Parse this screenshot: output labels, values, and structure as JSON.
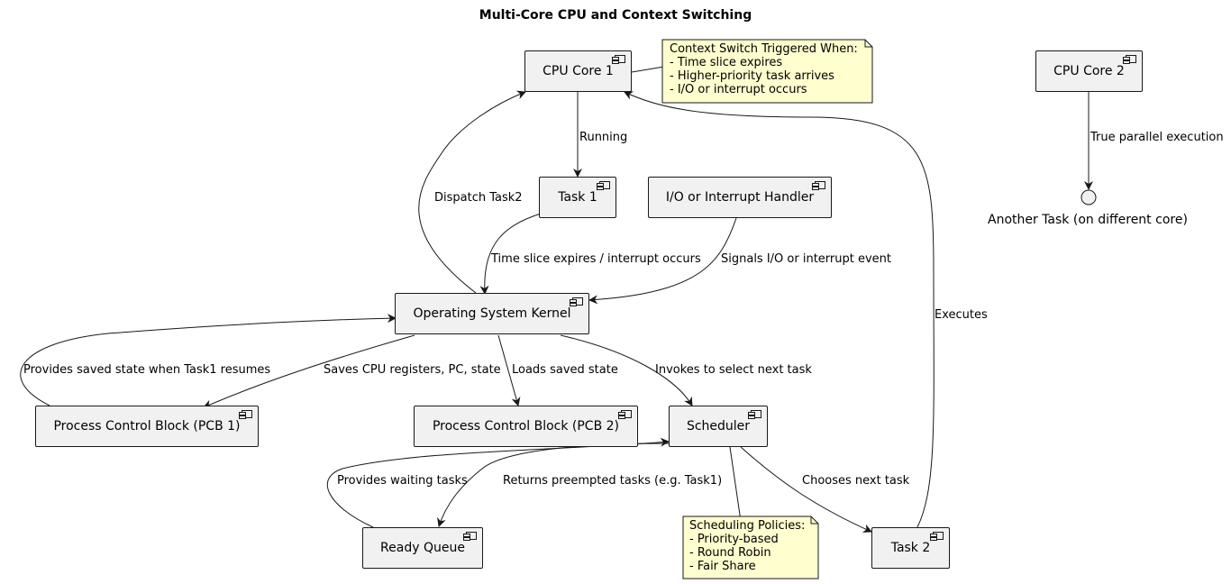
{
  "title": "Multi-Core CPU and Context Switching",
  "components": {
    "cpu_core_1": "CPU Core 1",
    "cpu_core_2": "CPU Core 2",
    "task_1": "Task 1",
    "task_2": "Task 2",
    "io_handler": "I/O or Interrupt Handler",
    "os_kernel": "Operating System Kernel",
    "pcb_1": "Process Control Block (PCB 1)",
    "pcb_2": "Process Control Block (PCB 2)",
    "scheduler": "Scheduler",
    "ready_queue": "Ready Queue"
  },
  "interface": {
    "another_task": "Another Task (on different core)"
  },
  "edges": {
    "running": "Running",
    "dispatch_task2": "Dispatch Task2",
    "time_slice": "Time slice expires / interrupt occurs",
    "signals_io": "Signals I/O or interrupt event",
    "executes": "Executes",
    "true_parallel": "True parallel execution",
    "provides_saved_state": "Provides saved state when Task1 resumes",
    "saves_registers": "Saves CPU registers, PC, state",
    "loads_saved_state": "Loads saved state",
    "invokes_select": "Invokes to select next task",
    "provides_waiting": "Provides waiting tasks",
    "returns_preempted": "Returns preempted tasks (e.g. Task1)",
    "chooses_next": "Chooses next task"
  },
  "notes": {
    "context_switch": [
      "Context Switch Triggered When:",
      "- Time slice expires",
      "- Higher-priority task arrives",
      "- I/O or interrupt occurs"
    ],
    "scheduling_policies": [
      "Scheduling Policies:",
      "- Priority-based",
      "- Round Robin",
      "- Fair Share"
    ]
  },
  "colors": {
    "component_fill": "#f1f1f1",
    "note_fill": "#fefece",
    "line": "#181818"
  },
  "icons": {
    "component": "uml-component-icon"
  }
}
